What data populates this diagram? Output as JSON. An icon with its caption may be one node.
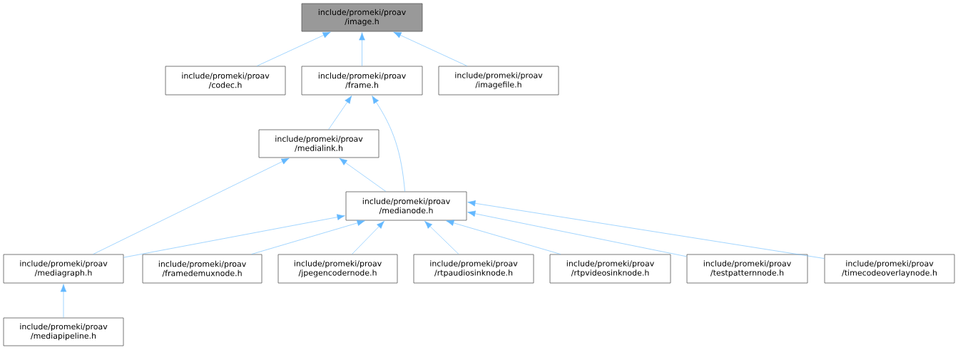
{
  "diagram": {
    "nodes": [
      {
        "text": [
          "include/promeki/proav /image.h"
        ]
      },
      {
        "text": [
          "include/promeki/proav /codec.h"
        ]
      },
      {
        "text": [
          "include/promeki/proav /frame.h"
        ]
      },
      {
        "text": [
          "include/promeki/proav /imagefile.h"
        ]
      },
      {
        "text": [
          "include/promeki/proav /medialink.h"
        ]
      },
      {
        "text": [
          "include/promeki/proav /medianode.h"
        ]
      },
      {
        "text": [
          "include/promeki/proav /mediagraph.h"
        ]
      },
      {
        "text": [
          "include/promeki/proav /framedemuxnode.h"
        ]
      },
      {
        "text": [
          "include/promeki/proav /jpegencodernode.h"
        ]
      },
      {
        "text": [
          "include/promeki/proav /rtpaudiosinknode.h"
        ]
      },
      {
        "text": [
          "include/promeki/proav /rtpvideosinknode.h"
        ]
      },
      {
        "text": [
          "include/promeki/proav /testpatternnode.h"
        ]
      },
      {
        "text": [
          "include/promeki/proav /timecodeoverlaynode.h"
        ]
      },
      {
        "text": [
          "include/promeki/proav /mediapipeline.h"
        ]
      }
    ],
    "edges": [
      {
        "from": 1,
        "to": 0,
        "arrow": "to"
      },
      {
        "from": 2,
        "to": 0,
        "arrow": "to"
      },
      {
        "from": 3,
        "to": 0,
        "arrow": "to"
      },
      {
        "from": 4,
        "to": 2,
        "arrow": "to"
      },
      {
        "from": 5,
        "to": 2,
        "arrow": "to"
      },
      {
        "from": 5,
        "to": 4,
        "arrow": "to"
      },
      {
        "from": 6,
        "to": 4,
        "arrow": "to"
      },
      {
        "from": 6,
        "to": 5,
        "arrow": "to"
      },
      {
        "from": 7,
        "to": 5,
        "arrow": "to"
      },
      {
        "from": 8,
        "to": 5,
        "arrow": "to"
      },
      {
        "from": 9,
        "to": 5,
        "arrow": "to"
      },
      {
        "from": 10,
        "to": 5,
        "arrow": "to"
      },
      {
        "from": 11,
        "to": 5,
        "arrow": "to"
      },
      {
        "from": 12,
        "to": 5,
        "arrow": "to"
      },
      {
        "from": 13,
        "to": 6,
        "arrow": "to"
      }
    ]
  }
}
